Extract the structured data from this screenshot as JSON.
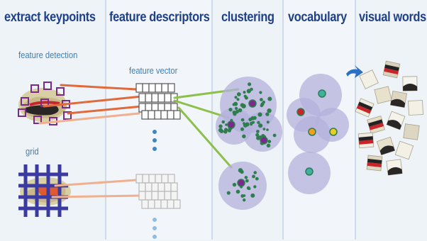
{
  "figure": {
    "stages": [
      {
        "label": "extract keypoints"
      },
      {
        "label": "feature descriptors"
      },
      {
        "label": "clustering"
      },
      {
        "label": "vocabulary"
      },
      {
        "label": "visual words"
      }
    ],
    "sublabels": {
      "feature_detection": "feature detection",
      "grid": "grid",
      "feature_vector": "feature vector"
    },
    "colors": {
      "heading": "#1f3f86",
      "sublabel": "#3b7fb8",
      "panel_bg": "#eef3f8",
      "divider": "#cfdbe8",
      "link_dense": "#e06a3c",
      "link_grid": "#f0b090",
      "link_cluster": "#8cc04a",
      "cluster_fill": "#b4b2dc",
      "cluster_point": "#2e7d4f"
    }
  }
}
